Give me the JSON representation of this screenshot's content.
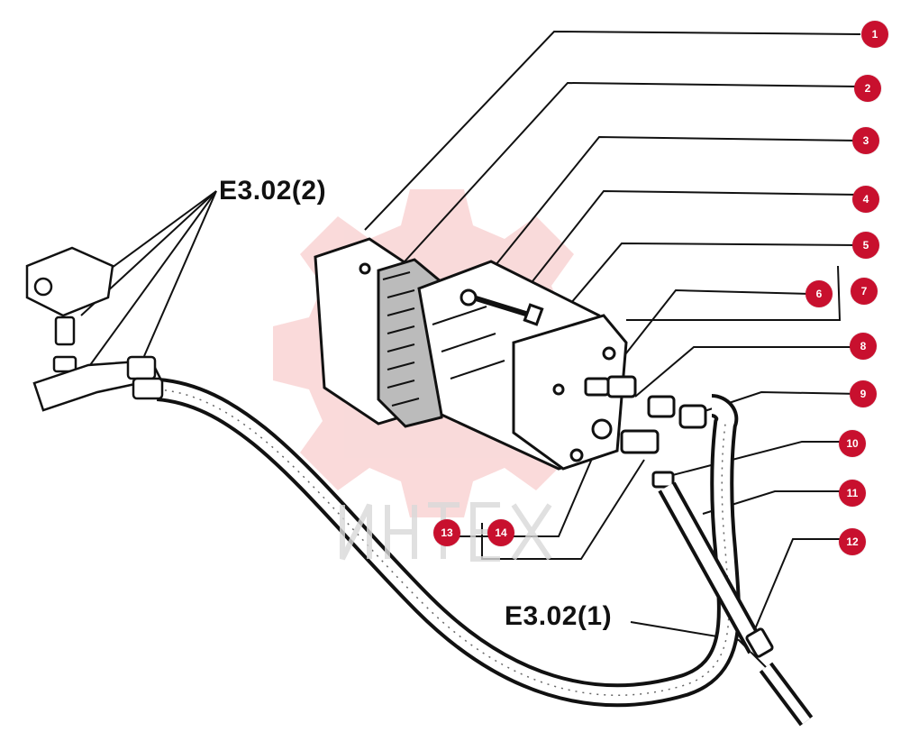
{
  "colors": {
    "callout_fill": "#c8102e",
    "watermark": "#f3b5b5",
    "line": "#111111",
    "hose": "#333333"
  },
  "watermark": {
    "text": "ИНТЕХ",
    "icon": "gear-icon"
  },
  "references": {
    "top_left": "E3.02(2)",
    "bottom": "E3.02(1)"
  },
  "callouts": [
    "1",
    "2",
    "3",
    "4",
    "5",
    "6",
    "7",
    "8",
    "9",
    "10",
    "11",
    "12",
    "13",
    "14"
  ]
}
